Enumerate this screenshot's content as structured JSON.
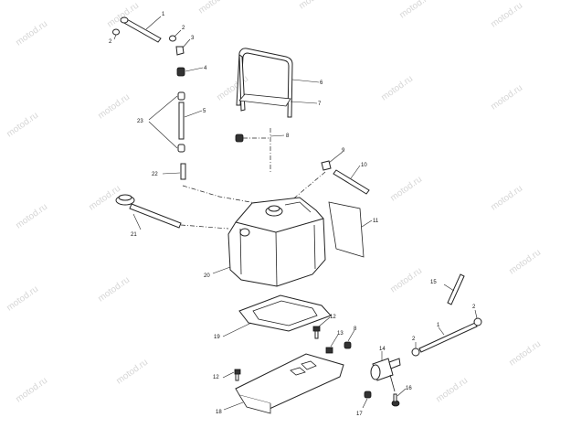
{
  "watermark": {
    "text": "motod.ru"
  },
  "callouts": {
    "c1": "1",
    "c2a": "2",
    "c2b": "2",
    "c3": "3",
    "c4": "4",
    "c5": "5",
    "c6": "6",
    "c7": "7",
    "c8a": "8",
    "c9": "9",
    "c10": "10",
    "c11": "11",
    "c12a": "12",
    "c12b": "12",
    "c13": "13",
    "c8b": "8",
    "c14": "14",
    "c15": "15",
    "c2c": "2",
    "c2d": "2",
    "c1b": "1",
    "c16": "16",
    "c17": "17",
    "c18": "18",
    "c19": "19",
    "c20": "20",
    "c21": "21",
    "c22": "22",
    "c23": "23"
  },
  "colors": {
    "line": "#222222",
    "watermark": "#d6d6d6",
    "background": "#ffffff"
  }
}
